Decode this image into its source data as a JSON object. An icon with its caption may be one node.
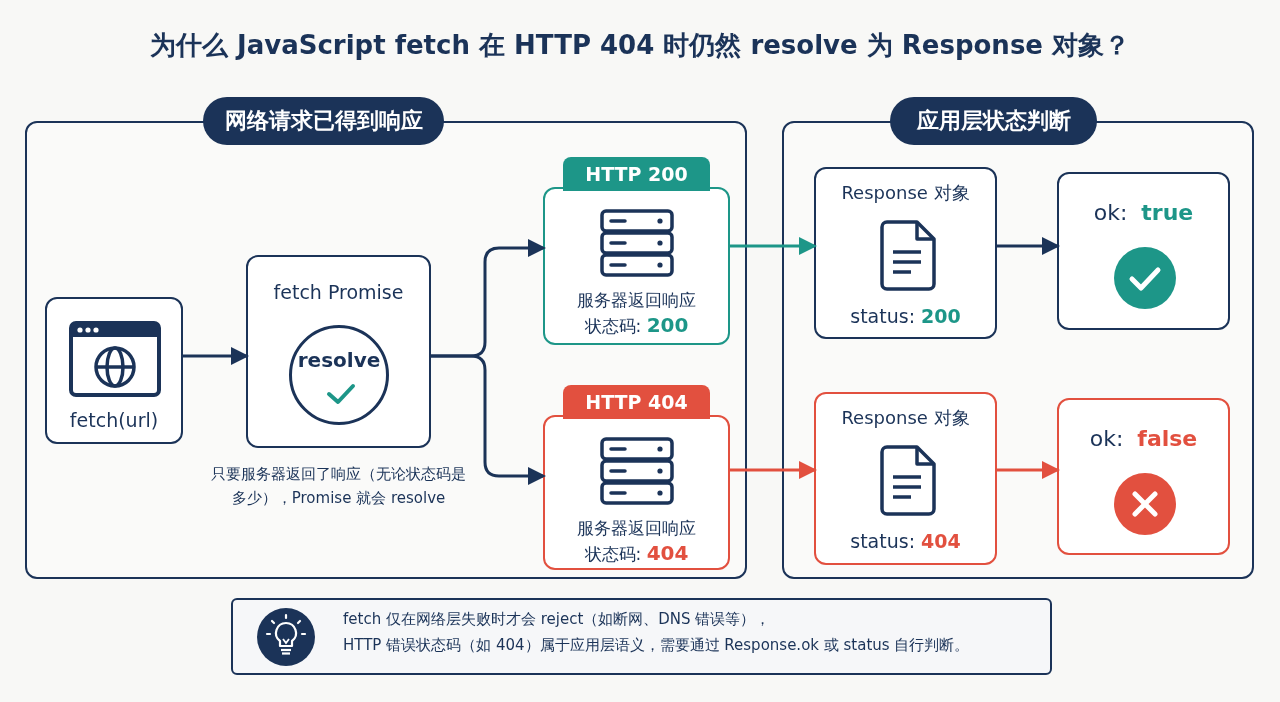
{
  "diagram": {
    "title": "为什么 JavaScript fetch 在 HTTP 404 时仍然 resolve 为 Response 对象？",
    "nodes": [
      {
        "text": [
          "网络请求已得到响应"
        ]
      },
      {
        "text": [
          "fetch(url)"
        ],
        "in": 0
      },
      {
        "text": [
          "fetch Promise"
        ],
        "in": 0,
        "beside": [
          "只要服务器返回了响应（无论状态码是多少），Promise 就会 resolve"
        ]
      },
      {
        "text": [
          "resolve"
        ],
        "in": 2
      },
      {
        "text": [
          "HTTP 200",
          "服务器返回响应",
          "状态码: **200**"
        ],
        "in": 0
      },
      {
        "text": [
          "HTTP 404",
          "服务器返回响应",
          "状态码: **404**"
        ],
        "in": 0
      },
      {
        "text": [
          "应用层状态判断"
        ]
      },
      {
        "text": [
          "Response 对象",
          "status: **200**"
        ],
        "in": 6
      },
      {
        "text": [
          "ok:  **true**"
        ],
        "in": 6
      },
      {
        "text": [
          "Response 对象",
          "status: **404**"
        ],
        "in": 6
      },
      {
        "text": [
          "ok:  **false**"
        ],
        "in": 6
      },
      {
        "text": [
          "fetch 仅在网络层失败时才会 reject（如断网、DNS 错误等），",
          "HTTP 错误状态码（如 404）属于应用层语义，需要通过 Response.ok 或 status 自行判断。"
        ]
      }
    ],
    "edges": [
      {
        "from": 1,
        "to": 2,
        "arrow": "to"
      },
      {
        "from": 2,
        "to": 4,
        "arrow": "to"
      },
      {
        "from": 2,
        "to": 5,
        "arrow": "to"
      },
      {
        "from": 4,
        "to": 7,
        "arrow": "to",
        "color": "#1d9688"
      },
      {
        "from": 7,
        "to": 8,
        "arrow": "to"
      },
      {
        "from": 5,
        "to": 9,
        "arrow": "to",
        "color": "#e2503f"
      },
      {
        "from": 9,
        "to": 10,
        "arrow": "to",
        "color": "#e2503f"
      }
    ]
  }
}
